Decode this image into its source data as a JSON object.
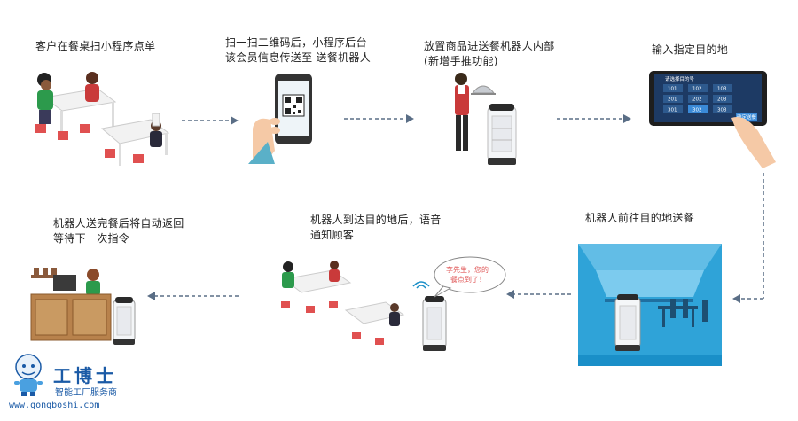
{
  "steps": [
    {
      "label": "客户在餐桌扫小程序点单"
    },
    {
      "label": "扫一扫二维码后，小程序后台",
      "label2": "该会员信息传送至 送餐机器人"
    },
    {
      "label": "放置商品进送餐机器人内部",
      "label2": "(新增手推功能)"
    },
    {
      "label": "输入指定目的地"
    },
    {
      "label": "机器人前往目的地送餐"
    },
    {
      "label": "机器人到达目的地后，语音",
      "label2": "通知顾客"
    },
    {
      "label": "机器人送完餐后将自动返回",
      "label2": "等待下一次指令"
    }
  ],
  "bubble": {
    "line1": "李先生，您的",
    "line2": "餐点到了！"
  },
  "tablet": {
    "header": "请选择目的号",
    "keys": [
      "101",
      "102",
      "103",
      "201",
      "202",
      "203",
      "301",
      "302",
      "303"
    ],
    "confirm": "确定送餐"
  },
  "logo": {
    "name": "工博士",
    "sub": "智能工厂服务商",
    "url": "www.gongboshi.com"
  },
  "colors": {
    "arrow": "#5a6e86",
    "accent": "#1a5aa6",
    "chair": "#e05050"
  }
}
